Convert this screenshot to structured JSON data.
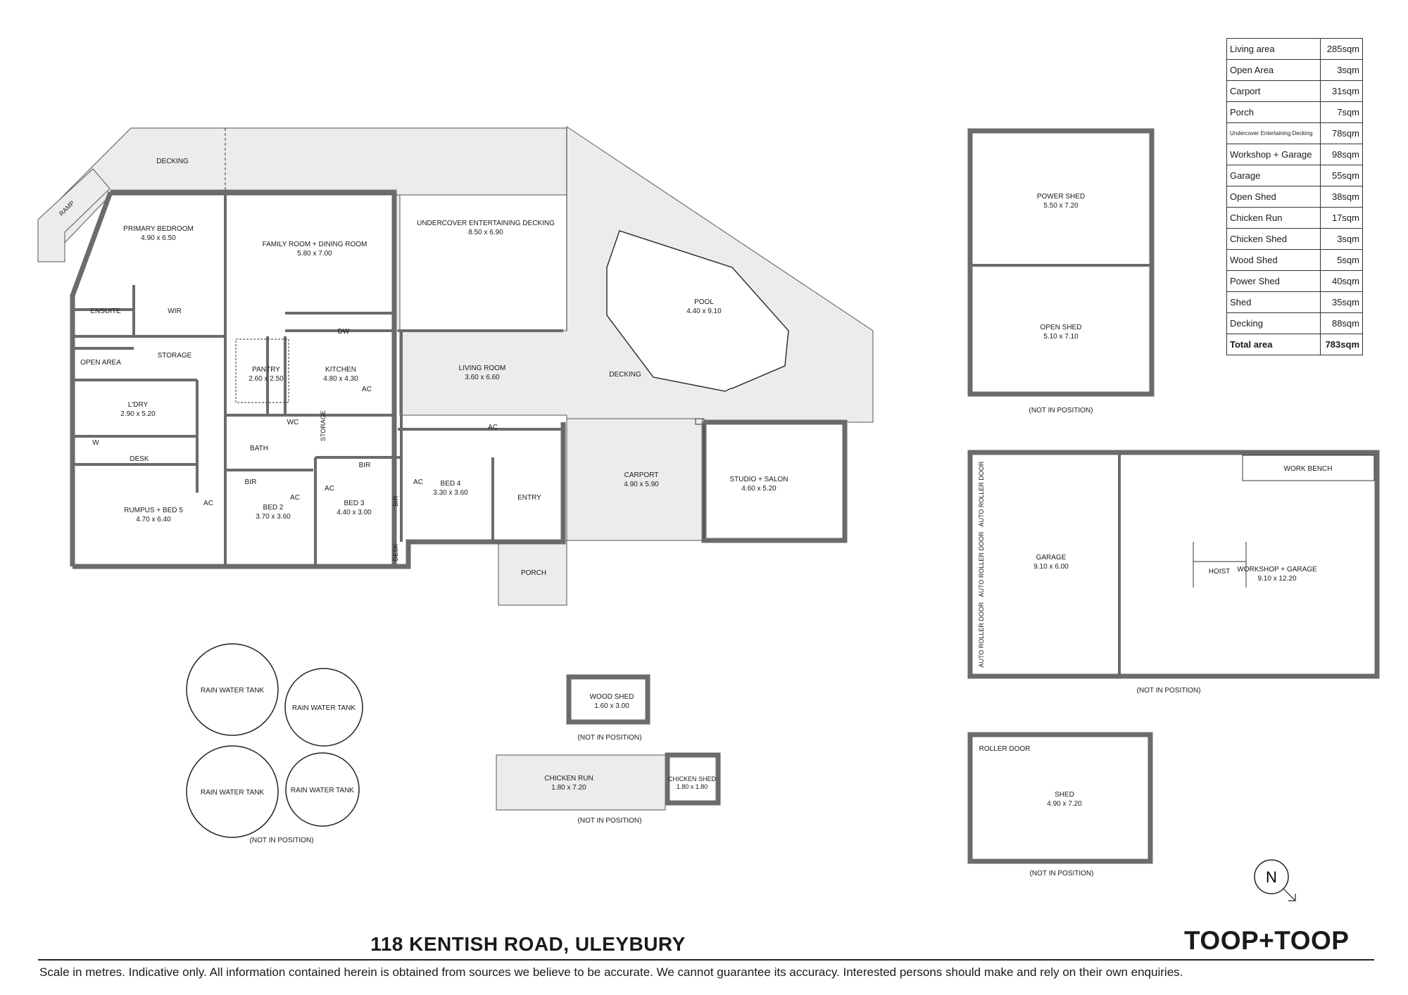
{
  "rooms": {
    "decking_top": "DECKING",
    "ramp": "RAMP",
    "primary_bedroom": {
      "name": "PRIMARY BEDROOM",
      "size": "4.90 x 6.50"
    },
    "family_dining": {
      "name": "FAMILY ROOM + DINING ROOM",
      "size": "5.80 x 7.00"
    },
    "undercover": {
      "name": "UNDERCOVER ENTERTAINING DECKING",
      "size": "8.50 x 6.90"
    },
    "pool": {
      "name": "POOL",
      "size": "4.40 x 9.10"
    },
    "decking_side": "DECKING",
    "ensuite": "ENSUITE",
    "wir": "WIR",
    "open_area": "OPEN AREA",
    "storage": "STORAGE",
    "pantry": {
      "name": "PANTRY",
      "size": "2.60 x 2.50"
    },
    "kitchen": {
      "name": "KITCHEN",
      "size": "4.80 x 4.30"
    },
    "dw": "DW",
    "living": {
      "name": "LIVING ROOM",
      "size": "3.60 x 6.60"
    },
    "laundry": {
      "name": "L'DRY",
      "size": "2.90 x 5.20"
    },
    "w": "W",
    "wc": "WC",
    "storage_small": "STORAGE",
    "bath": "BATH",
    "desk": "DESK",
    "bir": "BIR",
    "bir2": "BIR",
    "bir3": "BIR",
    "bed2": {
      "name": "BED 2",
      "size": "3.70 x 3.60"
    },
    "bed3": {
      "name": "BED 3",
      "size": "4.40 x 3.00"
    },
    "bed4": {
      "name": "BED 4",
      "size": "3.30 x 3.60"
    },
    "rumpus": {
      "name": "RUMPUS + BED 5",
      "size": "4.70 x 6.40"
    },
    "entry": "ENTRY",
    "porch": "PORCH",
    "desk2": "DESK",
    "carport": {
      "name": "CARPORT",
      "size": "4.90 x 5.90"
    },
    "studio": {
      "name": "STUDIO + SALON",
      "size": "4.60 x 5.20"
    },
    "ac": "AC"
  },
  "outbuildings": {
    "power_shed": {
      "name": "POWER SHED",
      "size": "5.50 x 7.20"
    },
    "open_shed": {
      "name": "OPEN SHED",
      "size": "5.10 x 7.10"
    },
    "not_in_position": "(NOT IN POSITION)",
    "garage": {
      "name": "GARAGE",
      "size": "9.10 x 6.00"
    },
    "workshop": {
      "name": "WORKSHOP + GARAGE",
      "size": "9.10 x 12.20"
    },
    "work_bench": "WORK BENCH",
    "hoist": "HOIST",
    "auto_roller_door": "AUTO ROLLER DOOR",
    "shed": {
      "name": "SHED",
      "size": "4.90 x 7.20"
    },
    "roller_door": "ROLLER DOOR",
    "wood_shed": {
      "name": "WOOD SHED",
      "size": "1.60 x 3.00"
    },
    "chicken_run": {
      "name": "CHICKEN RUN",
      "size": "1.80 x 7.20"
    },
    "chicken_shed": {
      "name": "CHICKEN SHED",
      "size": "1.80 x 1.80"
    },
    "rain_water_tank": "RAIN WATER TANK"
  },
  "area_table": [
    {
      "label": "Living area",
      "value": "285sqm"
    },
    {
      "label": "Open Area",
      "value": "3sqm"
    },
    {
      "label": "Carport",
      "value": "31sqm"
    },
    {
      "label": "Porch",
      "value": "7sqm"
    },
    {
      "label": "Undercover Entertaining Decking",
      "value": "78sqm"
    },
    {
      "label": "Workshop + Garage",
      "value": "98sqm"
    },
    {
      "label": "Garage",
      "value": "55sqm"
    },
    {
      "label": "Open Shed",
      "value": "38sqm"
    },
    {
      "label": "Chicken Run",
      "value": "17sqm"
    },
    {
      "label": "Chicken Shed",
      "value": "3sqm"
    },
    {
      "label": "Wood Shed",
      "value": "5sqm"
    },
    {
      "label": "Power Shed",
      "value": "40sqm"
    },
    {
      "label": "Shed",
      "value": "35sqm"
    },
    {
      "label": "Decking",
      "value": "88sqm"
    },
    {
      "label": "Total area",
      "value": "783sqm"
    }
  ],
  "title": "118 KENTISH ROAD, ULEYBURY",
  "disclaimer": "Scale in metres. Indicative only. All information contained herein is obtained from sources we believe to be accurate. We cannot guarantee its accuracy. Interested persons should make and rely on their own enquiries.",
  "brand": "TOOP+TOOP",
  "compass": "N"
}
